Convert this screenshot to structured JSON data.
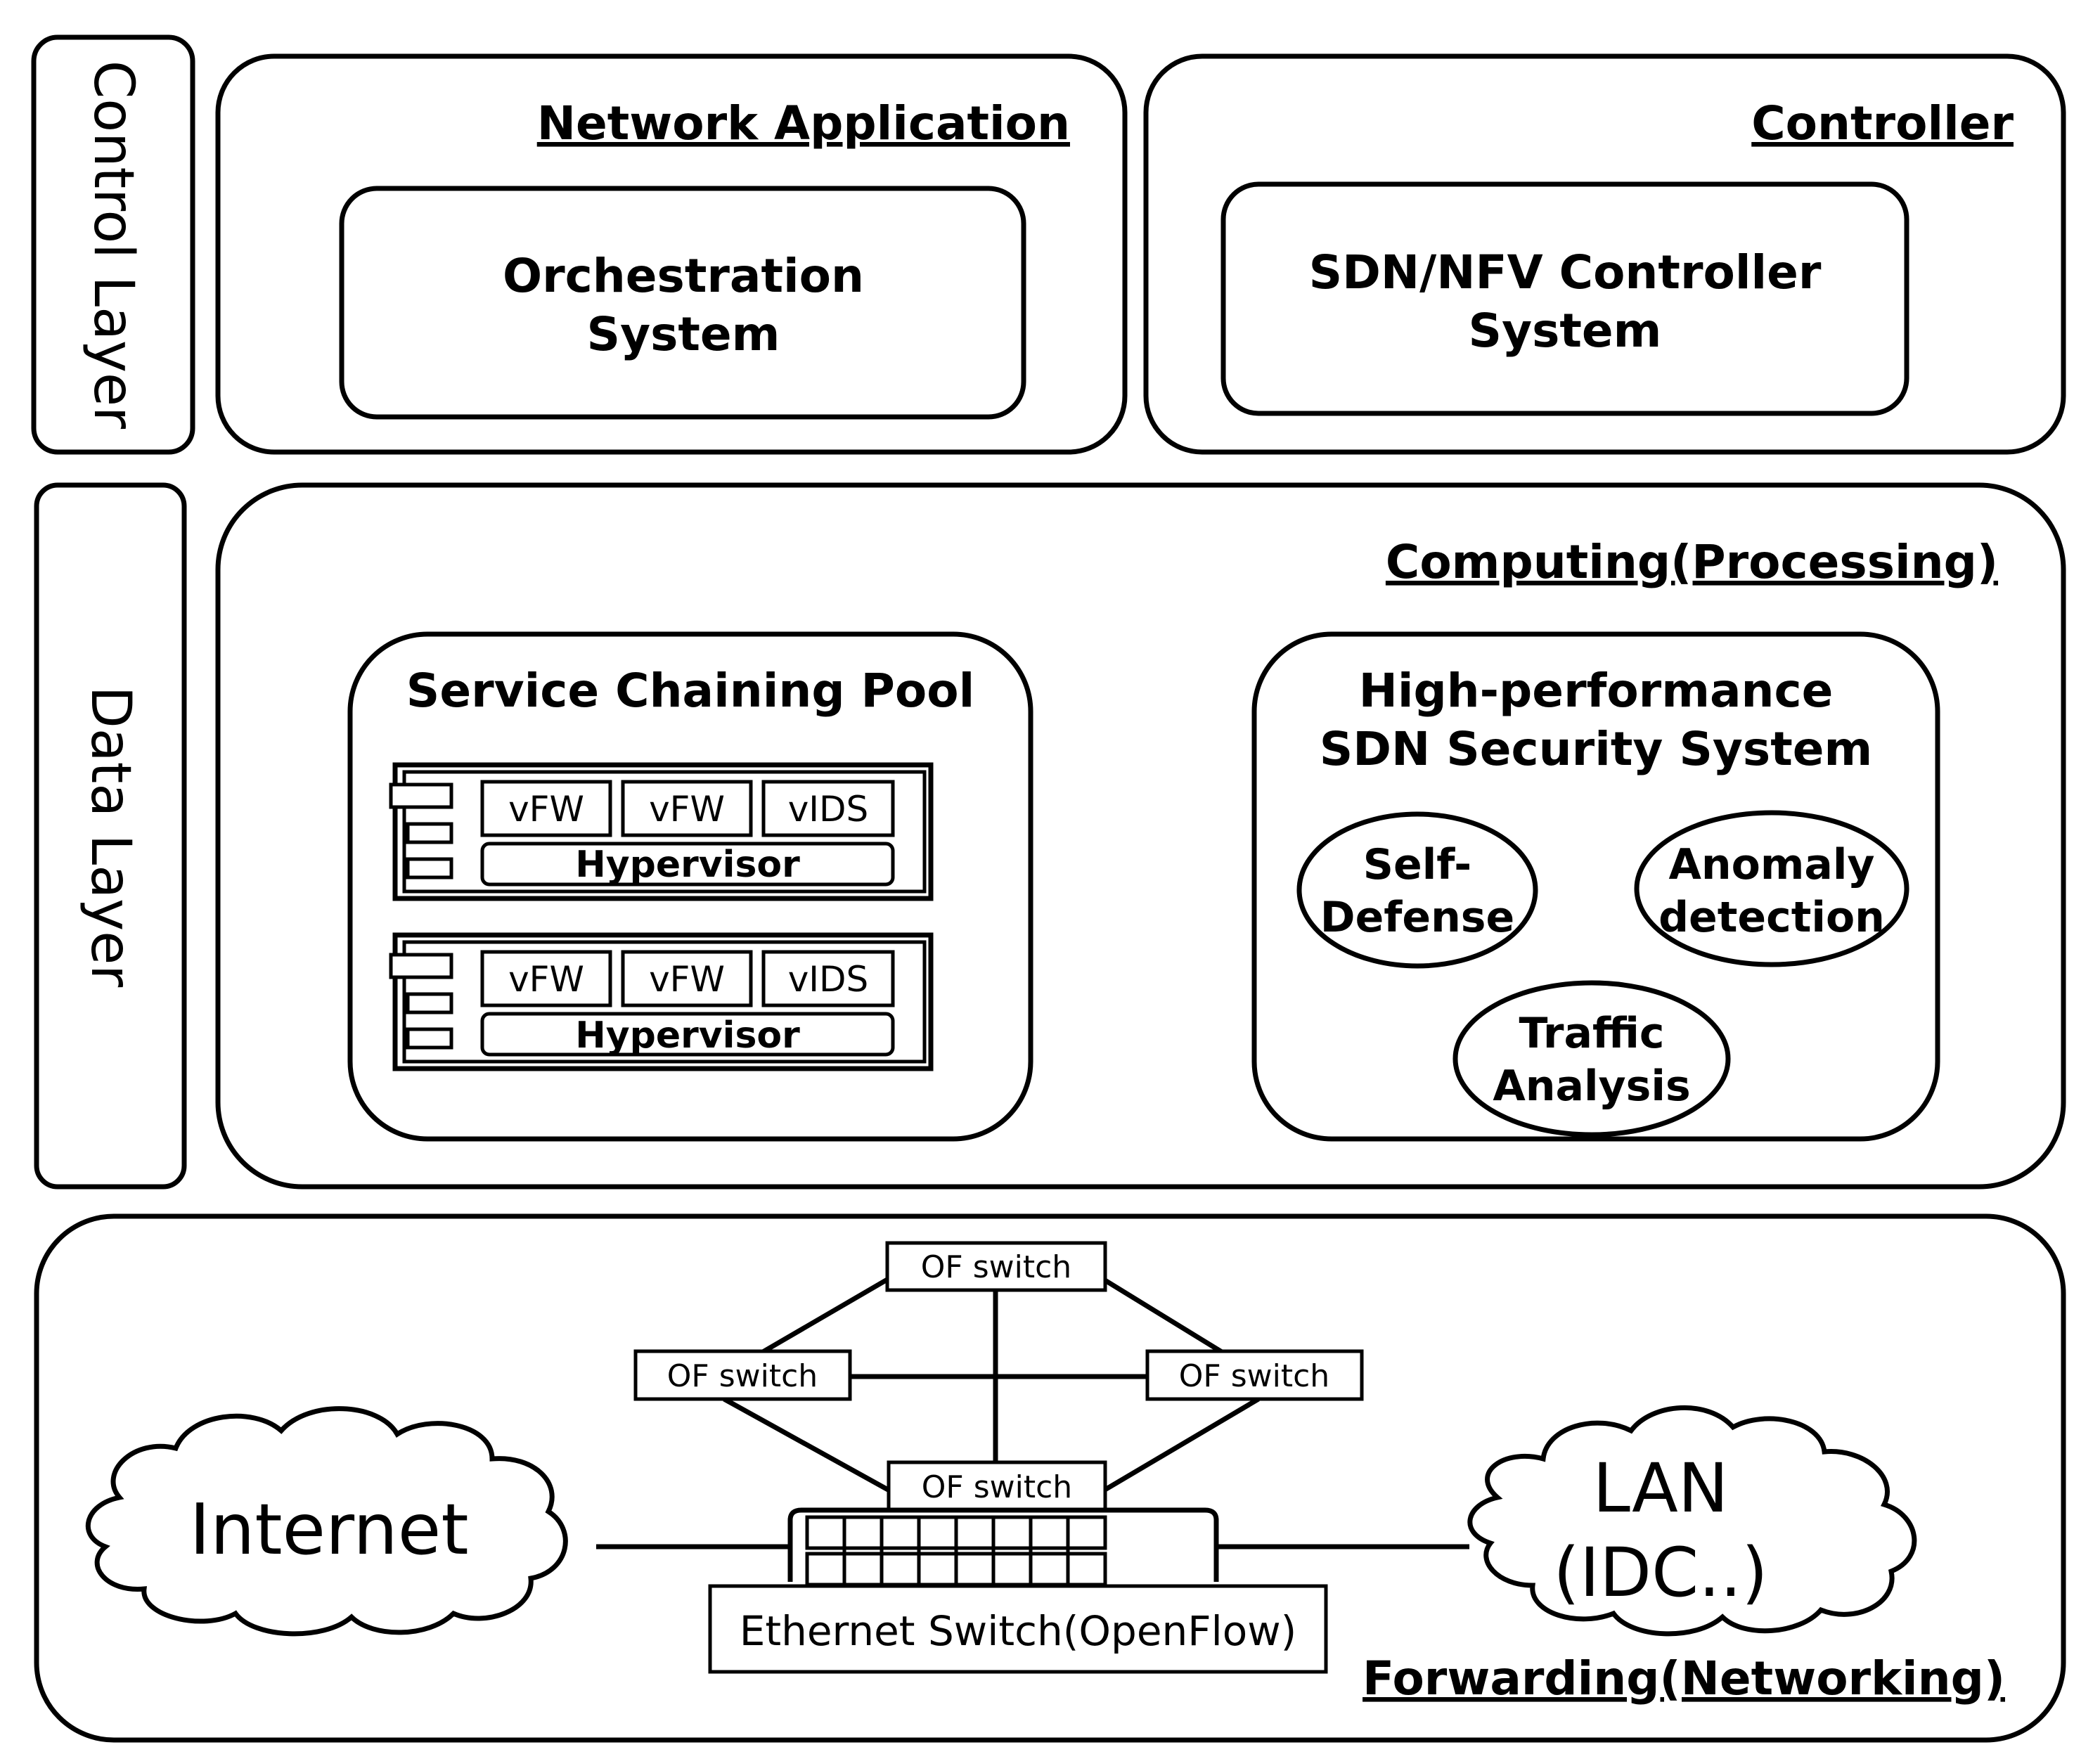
{
  "layers": {
    "control": "Control Layer",
    "data": "Data Layer"
  },
  "network_application": {
    "title": "Network Application",
    "box_line1": "Orchestration",
    "box_line2": "System"
  },
  "controller": {
    "title": "Controller",
    "box_line1": "SDN/NFV Controller",
    "box_line2": "System"
  },
  "computing": {
    "title": "Computing(Processing)",
    "pool": {
      "title": "Service Chaining Pool",
      "servers": [
        {
          "vms": [
            "vFW",
            "vFW",
            "vIDS"
          ],
          "hypervisor": "Hypervisor"
        },
        {
          "vms": [
            "vFW",
            "vFW",
            "vIDS"
          ],
          "hypervisor": "Hypervisor"
        }
      ]
    },
    "security": {
      "title_line1": "High-performance",
      "title_line2": "SDN Security System",
      "self_defense": [
        "Self-",
        "Defense"
      ],
      "anomaly": [
        "Anomaly",
        "detection"
      ],
      "traffic": [
        "Traffic",
        "Analysis"
      ]
    }
  },
  "forwarding": {
    "title": "Forwarding(Networking)",
    "of_switches": [
      "OF switch",
      "OF switch",
      "OF switch",
      "OF switch"
    ],
    "internet": "Internet",
    "lan_line1": "LAN",
    "lan_line2": "(IDC..)",
    "ethernet_switch": "Ethernet Switch(OpenFlow)"
  }
}
